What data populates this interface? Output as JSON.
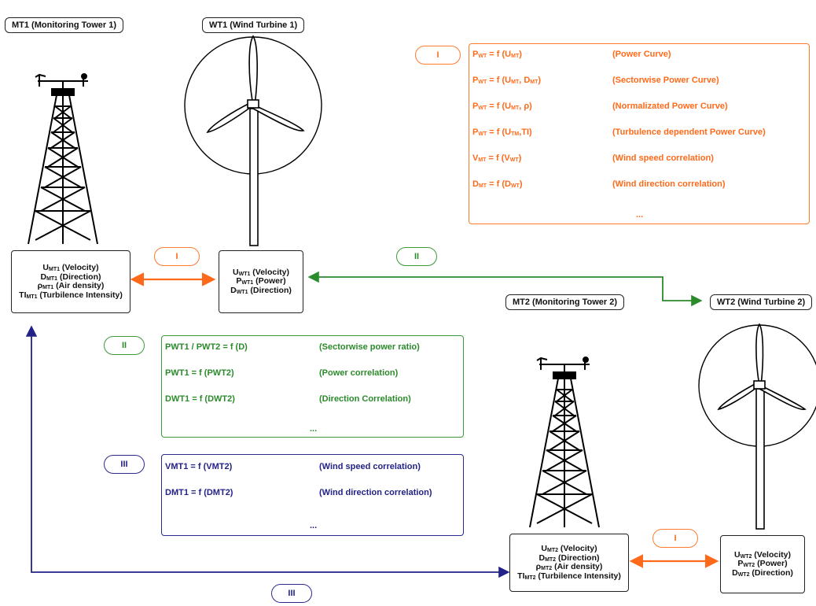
{
  "labels": {
    "mt1": "MT1 (Monitoring Tower 1)",
    "wt1": "WT1 (Wind Turbine 1)",
    "mt2": "MT2 (Monitoring Tower 2)",
    "wt2": "WT2 (Wind Turbine 2)"
  },
  "mt1_box": {
    "line1": {
      "main": "U",
      "sub": "MT1",
      "rest": " (Velocity)"
    },
    "line2": {
      "main": "D",
      "sub": "MT1",
      "rest": " (Direction)"
    },
    "line3": {
      "main": "ρ",
      "sub": "MT1",
      "rest": " (Air density)"
    },
    "line4": {
      "main": "TI",
      "sub": "MT1",
      "rest": " (Turbilence Intensity)"
    }
  },
  "wt1_box": {
    "line1": {
      "main": "U",
      "sub": "WT1",
      "rest": " (Velocity)"
    },
    "line2": {
      "main": "P",
      "sub": "WT1",
      "rest": " (Power)"
    },
    "line3": {
      "main": "D",
      "sub": "WT1",
      "rest": " (Direction)"
    }
  },
  "mt2_box": {
    "line1": {
      "main": "U",
      "sub": "MT2",
      "rest": " (Velocity)"
    },
    "line2": {
      "main": "D",
      "sub": "MT2",
      "rest": " (Direction)"
    },
    "line3": {
      "main": "ρ",
      "sub": "MT2",
      "rest": " (Air density)"
    },
    "line4": {
      "main": "TI",
      "sub": "MT2",
      "rest": " (Turbilence Intensity)"
    }
  },
  "wt2_box": {
    "line1": {
      "main": "U",
      "sub": "WT2",
      "rest": " (Velocity)"
    },
    "line2": {
      "main": "P",
      "sub": "WT2",
      "rest": " (Power)"
    },
    "line3": {
      "main": "D",
      "sub": "WT2",
      "rest": " (Direction)"
    }
  },
  "pills": {
    "i_top": "I",
    "i_mid": "I",
    "i_bottom": "I",
    "ii_top": "II",
    "ii_box": "II",
    "iii_box": "III",
    "iii_bottom": "III"
  },
  "relation_i": {
    "rows": [
      {
        "formula": "P<sub>WT</sub> = f (U<sub>MT</sub>)",
        "desc": "(Power Curve)"
      },
      {
        "formula": "P<sub>WT</sub> = f (U<sub>MT</sub>, D<sub>MT</sub>)",
        "desc": "(Sectorwise Power Curve)"
      },
      {
        "formula": "P<sub>WT</sub> = f (U<sub>MT</sub>, ρ)",
        "desc": "(Normalizated Power Curve)"
      },
      {
        "formula": "P<sub>WT</sub> = f (U<sub>TM</sub>,TI)",
        "desc": "(Turbulence dependent Power Curve)"
      },
      {
        "formula": "V<sub>MT</sub> = f (V<sub>WT</sub>)",
        "desc": "(Wind speed correlation)"
      },
      {
        "formula": "D<sub>MT</sub> = f (D<sub>WT</sub>)",
        "desc": "(Wind direction correlation)"
      }
    ],
    "ellipsis": "..."
  },
  "relation_ii": {
    "rows": [
      {
        "formula": "PWT1 / PWT2 = f (D)",
        "desc": "(Sectorwise power ratio)"
      },
      {
        "formula": "PWT1 = f (PWT2)",
        "desc": "(Power correlation)"
      },
      {
        "formula": "DWT1 = f (DWT2)",
        "desc": "(Direction Correlation)"
      }
    ],
    "ellipsis": "..."
  },
  "relation_iii": {
    "rows": [
      {
        "formula": "VMT1 = f (VMT2)",
        "desc": "(Wind speed correlation)"
      },
      {
        "formula": "DMT1 = f (DMT2)",
        "desc": "(Wind direction correlation)"
      }
    ],
    "ellipsis": "..."
  },
  "colors": {
    "orange": "#ff6a1a",
    "green": "#2b8a2b",
    "navy": "#222288"
  }
}
